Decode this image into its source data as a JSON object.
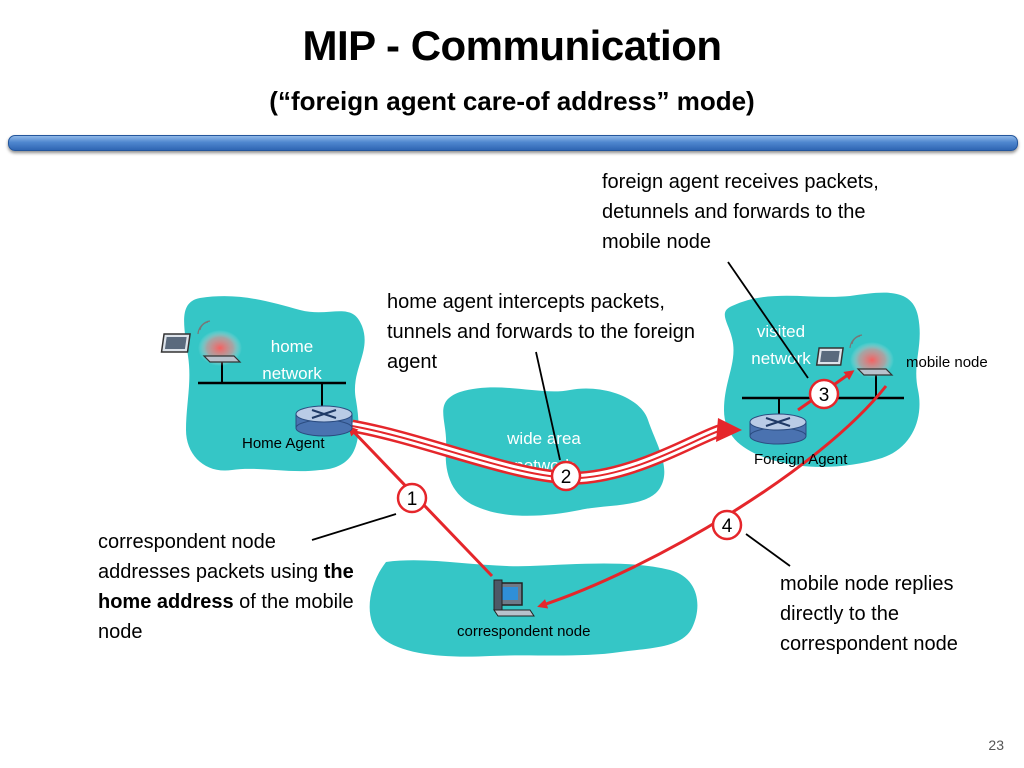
{
  "slide": {
    "title": "MIP - Communication",
    "subtitle": "(“foreign agent care-of address” mode)",
    "page_number": "23"
  },
  "networks": {
    "home": "home network",
    "wan": "wide area network",
    "visited": "visited network",
    "correspondent": "correspondent node"
  },
  "devices": {
    "home_agent": "Home Agent",
    "foreign_agent": "Foreign Agent",
    "mobile_node": "mobile node"
  },
  "steps": [
    "1",
    "2",
    "3",
    "4"
  ],
  "notes": {
    "foreign_agent": "foreign agent receives packets, detunnels and forwards to the mobile node",
    "home_agent": "home agent intercepts packets, tunnels and forwards to the foreign agent",
    "correspondent_pre": "correspondent node addresses packets using ",
    "correspondent_bold": "the home address",
    "correspondent_post": " of the mobile node",
    "reply": "mobile node replies directly to the correspondent node"
  },
  "colors": {
    "cloud": "#35c6c6",
    "arrow": "#e5262b",
    "divider": "#4f87cf",
    "router": "#4a72b0"
  }
}
